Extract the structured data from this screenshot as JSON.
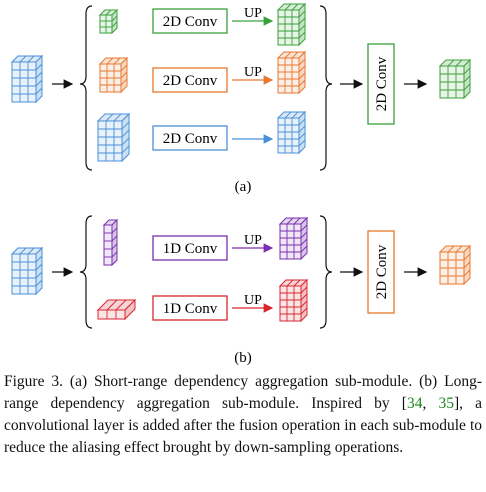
{
  "colors": {
    "blue": "#4a90d9",
    "green": "#3aa03a",
    "orange": "#e8772e",
    "purple": "#7a2fb0",
    "red": "#d9262e",
    "ink": "#111111"
  },
  "panel_a": {
    "label": "(a)",
    "conv_labels": [
      "2D Conv",
      "2D Conv",
      "2D Conv"
    ],
    "up_labels": [
      "UP",
      "UP"
    ],
    "fusion_label": "2D Conv"
  },
  "panel_b": {
    "label": "(b)",
    "conv_labels": [
      "1D Conv",
      "1D Conv"
    ],
    "up_labels": [
      "UP",
      "UP"
    ],
    "fusion_label": "2D Conv"
  },
  "caption": {
    "part1": "Figure 3. (a) Short-range dependency aggregation sub-module. (b) Long-range dependency aggregation sub-module. Inspired by [",
    "ref1": "34",
    "part2": ", ",
    "ref2": "35",
    "part3": "], a convolutional layer is added after the fusion operation in each sub-module to reduce the aliasing effect brought by down-sampling operations."
  }
}
